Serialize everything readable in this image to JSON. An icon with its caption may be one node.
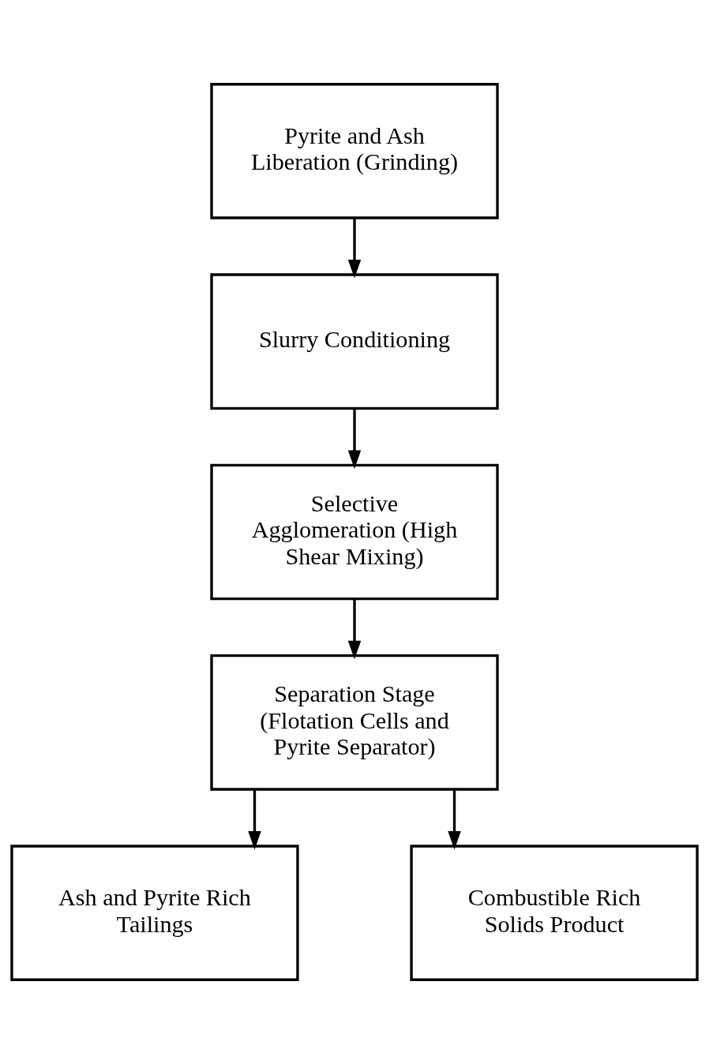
{
  "diagram": {
    "nodes": [
      {
        "text": [
          "Pyrite and Ash Liberation (Grinding)"
        ]
      },
      {
        "text": [
          "Slurry Conditioning"
        ]
      },
      {
        "text": [
          "Selective Agglomeration (High Shear Mixing)"
        ]
      },
      {
        "text": [
          "Separation Stage (Flotation Cells and Pyrite Separator)"
        ]
      },
      {
        "text": [
          "Ash and Pyrite Rich Tailings"
        ]
      },
      {
        "text": [
          "Combustible Rich Solids Product"
        ]
      }
    ],
    "edges": [
      {
        "from": 0,
        "to": 1,
        "arrow": "to"
      },
      {
        "from": 1,
        "to": 2,
        "arrow": "to"
      },
      {
        "from": 2,
        "to": 3,
        "arrow": "to"
      },
      {
        "from": 3,
        "to": 4,
        "arrow": "to"
      },
      {
        "from": 3,
        "to": 5,
        "arrow": "to"
      }
    ]
  }
}
